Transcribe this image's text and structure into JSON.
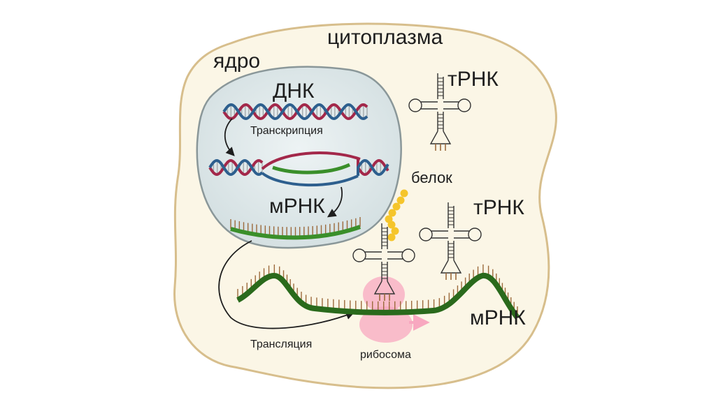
{
  "labels": {
    "cytoplasm": "цитоплазма",
    "nucleus": "ядро",
    "dna": "ДНК",
    "transcription": "Транскрипция",
    "mrna_nucleus": "мРНК",
    "protein": "белок",
    "trna_top": "тРНК",
    "trna_mid": "тРНК",
    "mrna_cytoplasm": "мРНК",
    "translation": "Трансляция",
    "ribosome": "рибосома"
  },
  "colors": {
    "cell_fill": "#fbf6e6",
    "cell_stroke": "#d7be8c",
    "nucleus_fill": "#dfe8ea",
    "nucleus_stroke": "#8a9799",
    "dna_strand_red": "#a3284a",
    "dna_strand_blue": "#2d5f8e",
    "rna_green": "#3a8f2a",
    "rna_green_dark": "#2a6a1c",
    "base_tick": "#9c6a3c",
    "protein_bead": "#f5c52b",
    "ribosome_pink": "#f8a8c0",
    "trna_line": "#333333"
  }
}
